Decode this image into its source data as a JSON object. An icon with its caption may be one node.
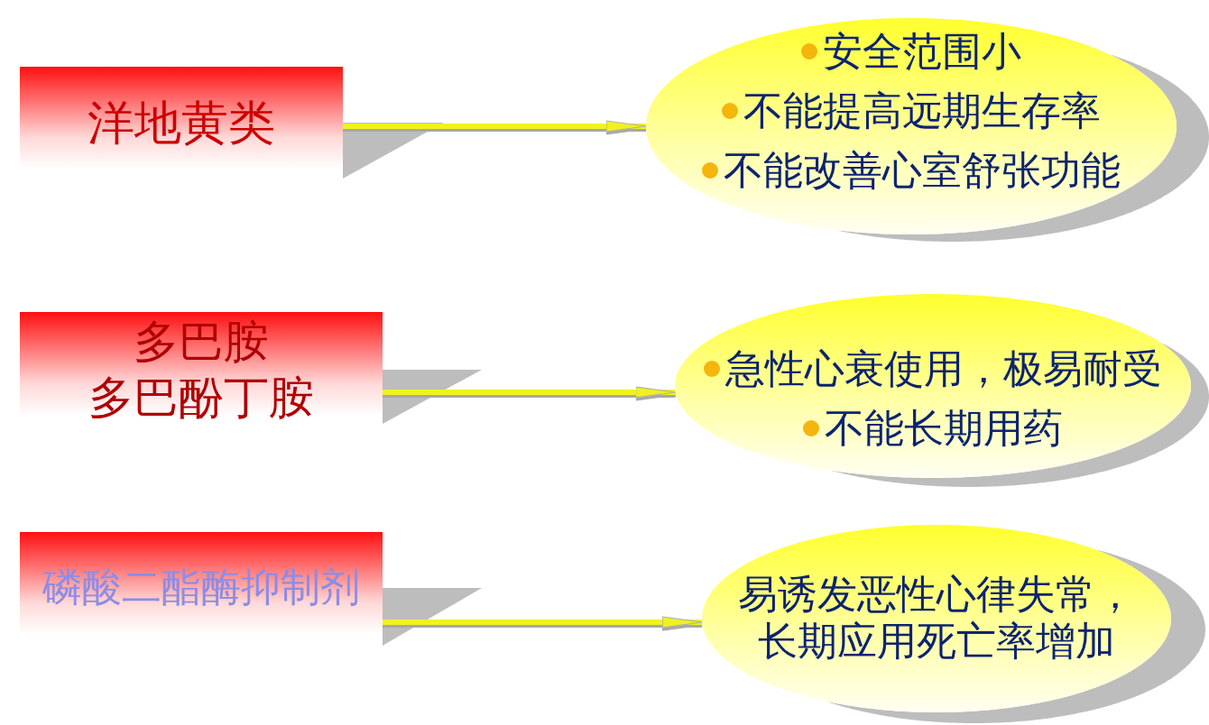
{
  "diagram": {
    "nodes": [
      {
        "text": [
          "洋地黄类"
        ]
      },
      {
        "text": [
          "安全范围小",
          "不能提高远期生存率",
          "不能改善心室舒张功能"
        ]
      },
      {
        "text": [
          "多巴胺",
          "多巴酚丁胺"
        ]
      },
      {
        "text": [
          "急性心衰使用，极易耐受",
          "不能长期用药"
        ]
      },
      {
        "text": [
          "磷酸二酯酶抑制剂"
        ]
      },
      {
        "text": [
          "易诱发恶性心律失常，长期应用死亡率增加"
        ]
      }
    ],
    "edges": [
      {
        "from": 0,
        "to": 1,
        "arrow": "to"
      },
      {
        "from": 2,
        "to": 3,
        "arrow": "to"
      },
      {
        "from": 4,
        "to": 5,
        "arrow": "to"
      }
    ]
  }
}
